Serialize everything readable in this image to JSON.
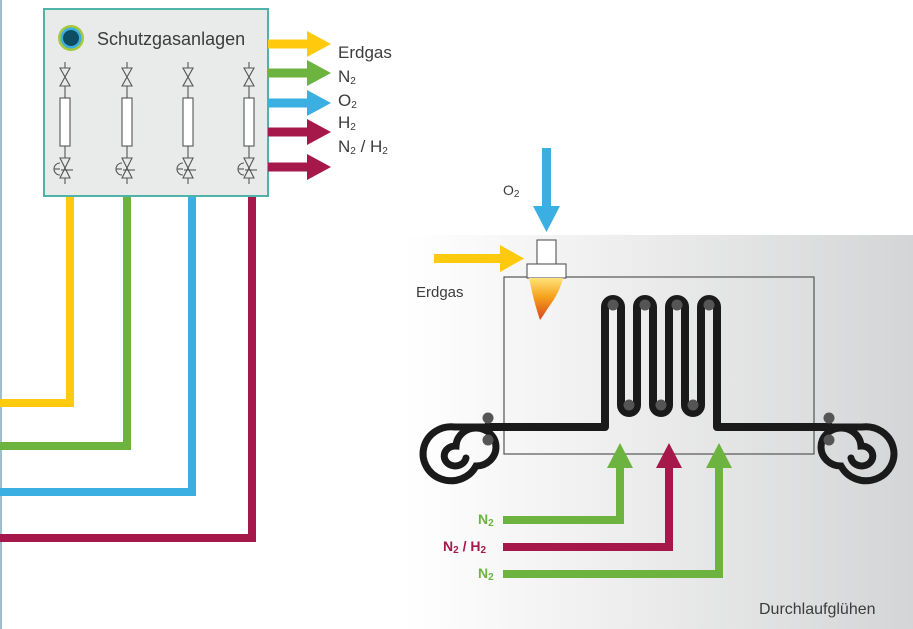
{
  "plant": {
    "title": "Schutzgasanlagen",
    "outputs": [
      {
        "name": "Erdgas",
        "color": "#FFC90E"
      },
      {
        "name": "N",
        "sub": "2",
        "color": "#6DB33F"
      },
      {
        "name": "O",
        "sub": "2",
        "color": "#3BAEE2"
      },
      {
        "name": "H",
        "sub": "2",
        "color": "#A6174A"
      },
      {
        "name": "N",
        "sub": "2",
        "suffix": " / H",
        "sub2": "2",
        "color": "#A6174A"
      }
    ]
  },
  "furnace": {
    "title": "Durchlaufglühen",
    "burner_inputs": {
      "o2": {
        "name": "O",
        "sub": "2"
      },
      "gas": {
        "name": "Erdgas"
      }
    },
    "bottom_inputs": [
      {
        "name": "N",
        "sub": "2",
        "color": "#6DB33F"
      },
      {
        "name": "N",
        "sub": "2",
        "suffix": " / H",
        "sub2": "2",
        "color": "#A6174A"
      },
      {
        "name": "N",
        "sub": "2",
        "color": "#6DB33F"
      }
    ]
  },
  "colors": {
    "gas": "#FFC90E",
    "nitrogen": "#6DB33F",
    "oxygen": "#3BAEE2",
    "hydrogen": "#A6174A",
    "strip": "#1a1a1a",
    "roller": "#555555",
    "box_border": "#4FB3A9",
    "box_fill": "#E9EAEA"
  },
  "icons": [
    "logo-icon",
    "valve-icon",
    "filter-cartridge-icon",
    "pressure-regulator-icon",
    "burner-icon",
    "flame-icon",
    "roller-icon",
    "coil-icon"
  ]
}
